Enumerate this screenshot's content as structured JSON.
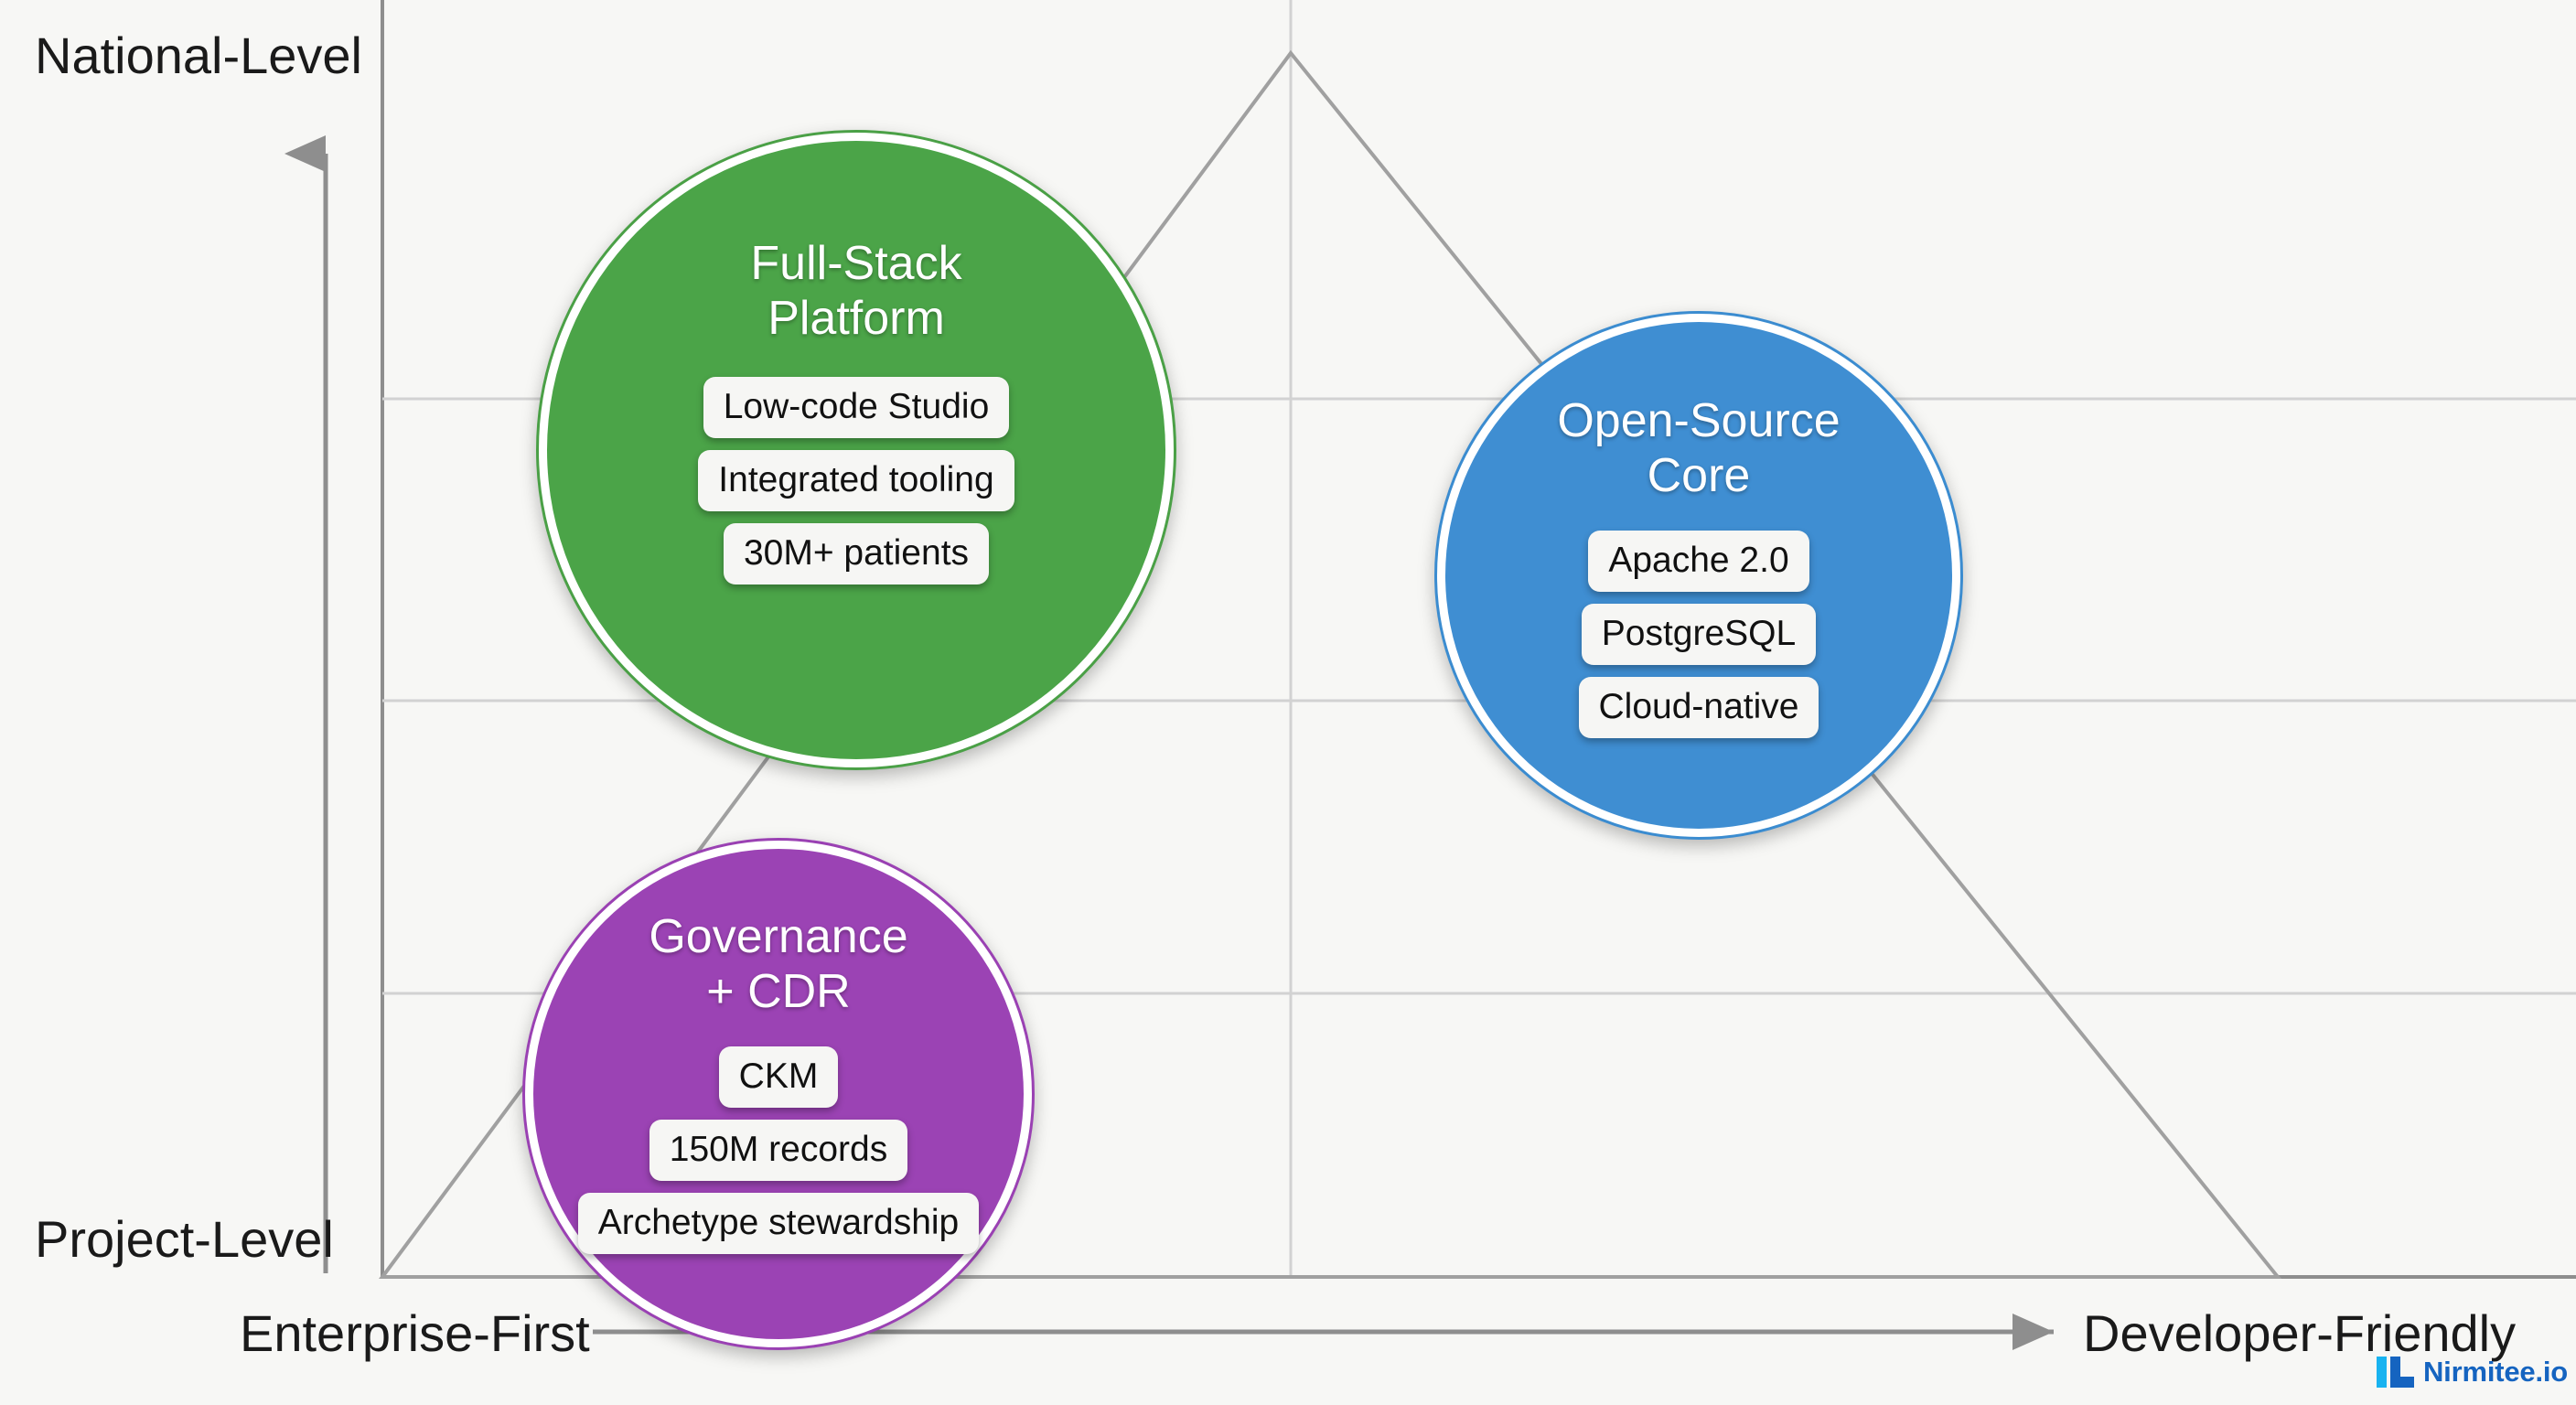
{
  "axes": {
    "y_top_label": "National-Level",
    "y_bottom_label": "Project-Level",
    "x_left_label": "Enterprise-First",
    "x_right_label": "Developer-Friendly"
  },
  "colors": {
    "green": "#4ba448",
    "blue": "#3f8ed2",
    "purple": "#9b43b4",
    "background": "#f7f7f5",
    "line": "#9a9a9a",
    "logo_blue": "#1564c0",
    "logo_cyan": "#18b3f0"
  },
  "bubbles": [
    {
      "id": "full-stack",
      "title": "Full-Stack\nPlatform",
      "color": "#4ba448",
      "pills": [
        "Low-code Studio",
        "Integrated tooling",
        "30M+ patients"
      ]
    },
    {
      "id": "open-source",
      "title": "Open-Source\nCore",
      "color": "#3f8ed2",
      "pills": [
        "Apache 2.0",
        "PostgreSQL",
        "Cloud-native"
      ]
    },
    {
      "id": "governance",
      "title": "Governance\n+ CDR",
      "color": "#9b43b4",
      "pills": [
        "CKM",
        "150M records",
        "Archetype stewardship"
      ]
    }
  ],
  "logo": {
    "text": "Nirmitee.io"
  },
  "chart_data": {
    "type": "scatter",
    "title": "",
    "xlabel": "Enterprise-First → Developer-Friendly",
    "ylabel": "Project-Level → National-Level",
    "x_axis_ticks": [
      "Enterprise-First",
      "Developer-Friendly"
    ],
    "y_axis_ticks": [
      "Project-Level",
      "National-Level"
    ],
    "grid": true,
    "legend": "none",
    "points": [
      {
        "label": "Full-Stack Platform",
        "x": 0.22,
        "y": 0.79,
        "size": 700,
        "color": "#4ba448",
        "annotations": [
          "Low-code Studio",
          "Integrated tooling",
          "30M+ patients"
        ]
      },
      {
        "label": "Open-Source Core",
        "x": 0.7,
        "y": 0.56,
        "size": 578,
        "color": "#3f8ed2",
        "annotations": [
          "Apache 2.0",
          "PostgreSQL",
          "Cloud-native"
        ]
      },
      {
        "label": "Governance + CDR",
        "x": 0.2,
        "y": 0.19,
        "size": 560,
        "color": "#9b43b4",
        "annotations": [
          "CKM",
          "150M records",
          "Archetype stewardship"
        ]
      }
    ]
  }
}
